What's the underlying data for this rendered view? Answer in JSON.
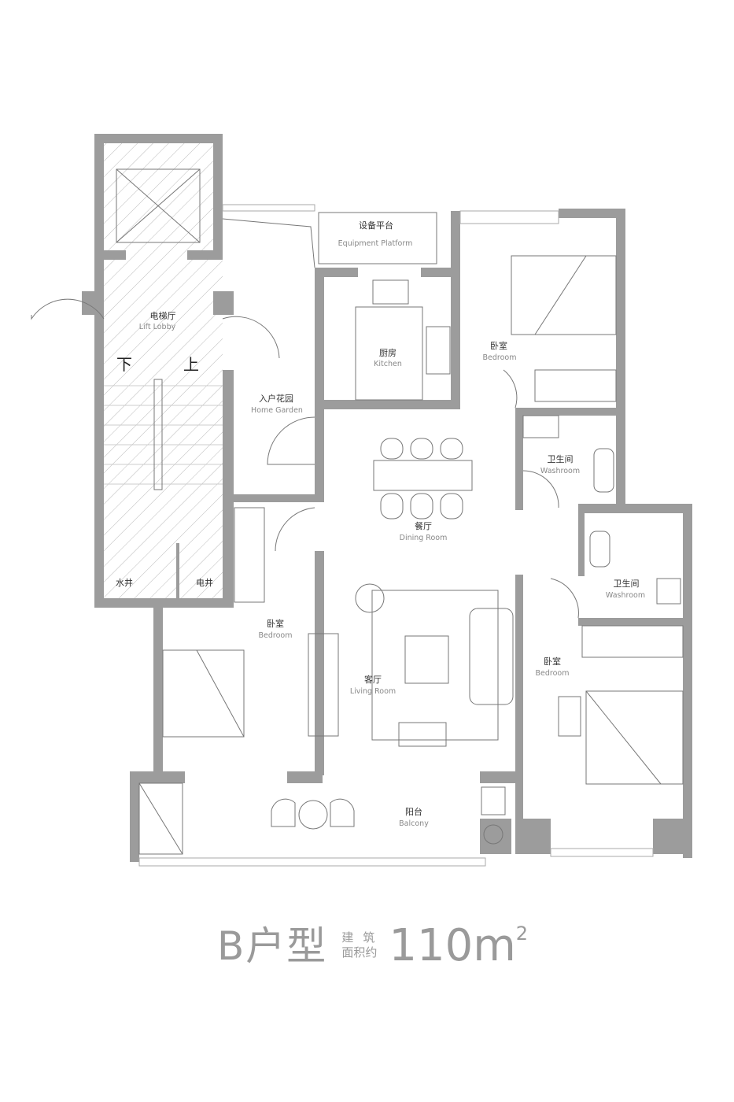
{
  "plan": {
    "rooms": [
      {
        "id": "lift-lobby",
        "cn": "电梯厅",
        "en": "Lift Lobby"
      },
      {
        "id": "equipment-platform",
        "cn": "设备平台",
        "en": "Equipment Platform"
      },
      {
        "id": "kitchen",
        "cn": "厨房",
        "en": "Kitchen"
      },
      {
        "id": "bedroom-ne",
        "cn": "卧室",
        "en": "Bedroom"
      },
      {
        "id": "home-garden",
        "cn": "入户花园",
        "en": "Home Garden"
      },
      {
        "id": "washroom-1",
        "cn": "卫生间",
        "en": "Washroom"
      },
      {
        "id": "dining-room",
        "cn": "餐厅",
        "en": "Dining Room"
      },
      {
        "id": "washroom-2",
        "cn": "卫生间",
        "en": "Washroom"
      },
      {
        "id": "bedroom-w",
        "cn": "卧室",
        "en": "Bedroom"
      },
      {
        "id": "living-room",
        "cn": "客厅",
        "en": "Living Room"
      },
      {
        "id": "bedroom-se",
        "cn": "卧室",
        "en": "Bedroom"
      },
      {
        "id": "balcony",
        "cn": "阳台",
        "en": "Balcony"
      }
    ],
    "stairs": {
      "down": "下",
      "up": "上"
    },
    "shafts": {
      "water": "水井",
      "electric": "电井"
    }
  },
  "caption": {
    "type": "B户型",
    "area_label_line1": "建筑",
    "area_label_line2": "面积约",
    "area_value": "110m",
    "area_unit_sup": "2"
  },
  "colors": {
    "wall": "#9c9c9c",
    "text": "#333333",
    "caption": "#9a9a9a"
  }
}
